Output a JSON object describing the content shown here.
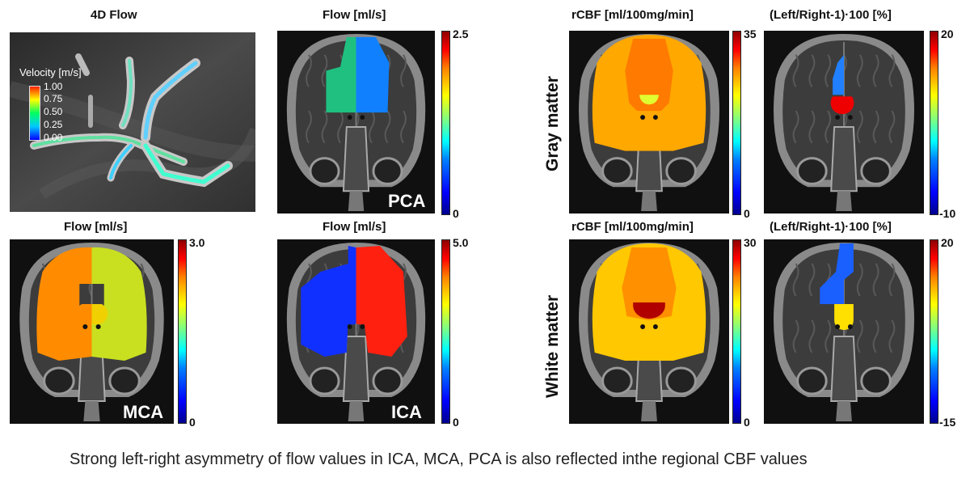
{
  "figure": {
    "titles": {
      "flow4d": "4D Flow",
      "pca": "Flow [ml/s]",
      "mca": "Flow [ml/s]",
      "ica": "Flow [ml/s]",
      "gm_cbf": "rCBF [ml/100mg/min]",
      "gm_asym": "(Left/Right-1)·100 [%]",
      "wm_cbf": "rCBF [ml/100mg/min]",
      "wm_asym": "(Left/Right-1)·100 [%]"
    },
    "velocity_legend": {
      "title": "Velocity [m/s]",
      "ticks": [
        "1.00",
        "0.75",
        "0.50",
        "0.25",
        "0.00"
      ]
    },
    "panel_labels": {
      "pca": "PCA",
      "mca": "MCA",
      "ica": "ICA"
    },
    "row_labels": {
      "gray": "Gray matter",
      "white": "White matter"
    },
    "colorbars": {
      "pca": {
        "max": "2.5",
        "min": "0"
      },
      "mca": {
        "max": "3.0",
        "min": "0"
      },
      "ica": {
        "max": "5.0",
        "min": "0"
      },
      "gm_cbf": {
        "max": "35",
        "min": "0"
      },
      "gm_asym": {
        "max": "20",
        "min": "-10"
      },
      "wm_cbf": {
        "max": "30",
        "min": "0"
      },
      "wm_asym": {
        "max": "20",
        "min": "-15"
      }
    },
    "region_colors": {
      "pca_left": "#20c080",
      "pca_right": "#1080ff",
      "mca_left": "#ff8c00",
      "mca_right": "#c8e020",
      "mca_center_left": "#ff8c00",
      "mca_center_right": "#f0d000",
      "ica_left": "#1030ff",
      "ica_right": "#ff2010",
      "ica_center_left": "#1030ff",
      "ica_center_right": "#ff2010",
      "gm_cbf_outer": "#ffa800",
      "gm_cbf_inner": "#ff7a00",
      "gm_cbf_center": "#e0ff30",
      "gm_asym_upper": "#2080ff",
      "gm_asym_lower": "#ee0000",
      "wm_cbf_outer": "#ffc800",
      "wm_cbf_inner": "#ff9000",
      "wm_cbf_center": "#b00000",
      "wm_asym_upper": "#1a60ff",
      "wm_asym_lower": "#ffe000"
    },
    "caption": "Strong left-right asymmetry of flow values in ICA, MCA, PCA is also reflected inthe  regional CBF values"
  }
}
